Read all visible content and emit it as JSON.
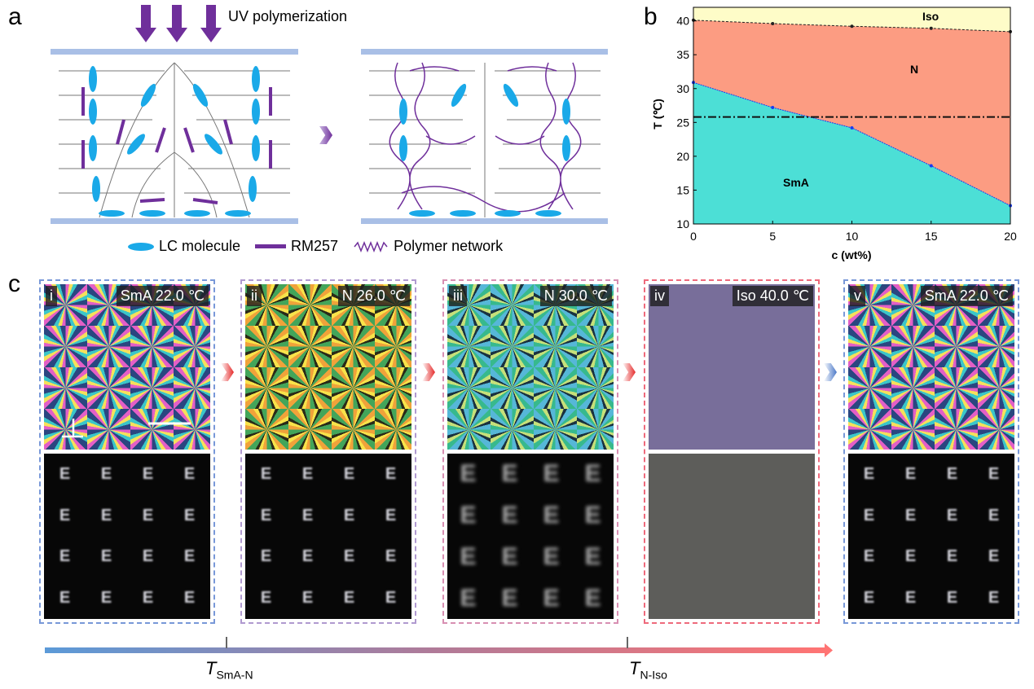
{
  "panel_a": {
    "label": "a",
    "uv_text": "UV polymerization",
    "legend": {
      "lc": "LC molecule",
      "rm": "RM257",
      "polymer": "Polymer network"
    }
  },
  "panel_b": {
    "label": "b"
  },
  "chart_data": {
    "type": "area",
    "title": "",
    "xlabel": "c (wt%)",
    "ylabel": "T (℃)",
    "xlim": [
      0,
      20
    ],
    "ylim": [
      10,
      42
    ],
    "x": [
      0,
      5,
      10,
      15,
      20
    ],
    "xticks": [
      "0",
      "5",
      "10",
      "15",
      "20"
    ],
    "yticks": [
      "10",
      "15",
      "20",
      "25",
      "30",
      "35",
      "40"
    ],
    "series": [
      {
        "name": "T N-Iso",
        "values": [
          40.1,
          39.6,
          39.2,
          38.9,
          38.4
        ]
      },
      {
        "name": "T SmA-N",
        "values": [
          30.9,
          27.2,
          24.2,
          18.6,
          12.7
        ]
      }
    ],
    "reference_line": {
      "y": 25.8,
      "style": "dash-dot"
    },
    "regions": [
      {
        "label": "Iso",
        "color": "#fefcc8"
      },
      {
        "label": "N",
        "color": "#fc9c82"
      },
      {
        "label": "SmA",
        "color": "#4cdfd6"
      }
    ]
  },
  "panel_c": {
    "label": "c",
    "panels": [
      {
        "num": "i",
        "state": "SmA 22.0 ℃",
        "color": "#7898d8"
      },
      {
        "num": "ii",
        "state": "N 26.0 ℃",
        "color": "#b09ad0"
      },
      {
        "num": "iii",
        "state": "N 30.0 ℃",
        "color": "#d88fb2"
      },
      {
        "num": "iv",
        "state": "Iso 40.0 ℃",
        "color": "#ee6a7c"
      },
      {
        "num": "v",
        "state": "SmA 22.0 ℃",
        "color": "#7898d8"
      }
    ],
    "glyph": "E",
    "axis": {
      "t1_main": "T",
      "t1_sub": "SmA-N",
      "t2_main": "T",
      "t2_sub": "N-Iso"
    }
  }
}
